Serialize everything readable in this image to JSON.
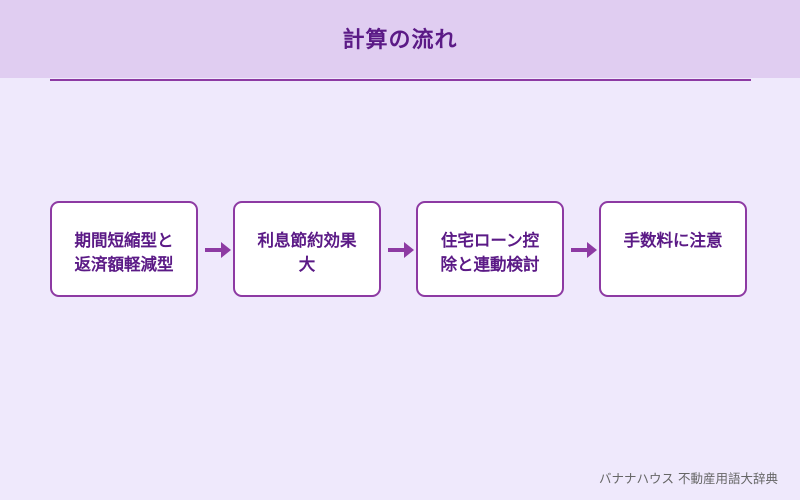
{
  "header": {
    "title": "計算の流れ"
  },
  "steps": [
    {
      "label": "期間短縮型と\n返済額軽減型"
    },
    {
      "label": "利息節約効果\n大"
    },
    {
      "label": "住宅ローン控\n除と連動検討"
    },
    {
      "label": "手数料に注意"
    }
  ],
  "footer": {
    "credit": "バナナハウス 不動産用語大辞典"
  },
  "colors": {
    "background": "#efe9fc",
    "header_band": "#e0cdf1",
    "accent": "#8d3aa3",
    "text": "#5b1a86"
  }
}
